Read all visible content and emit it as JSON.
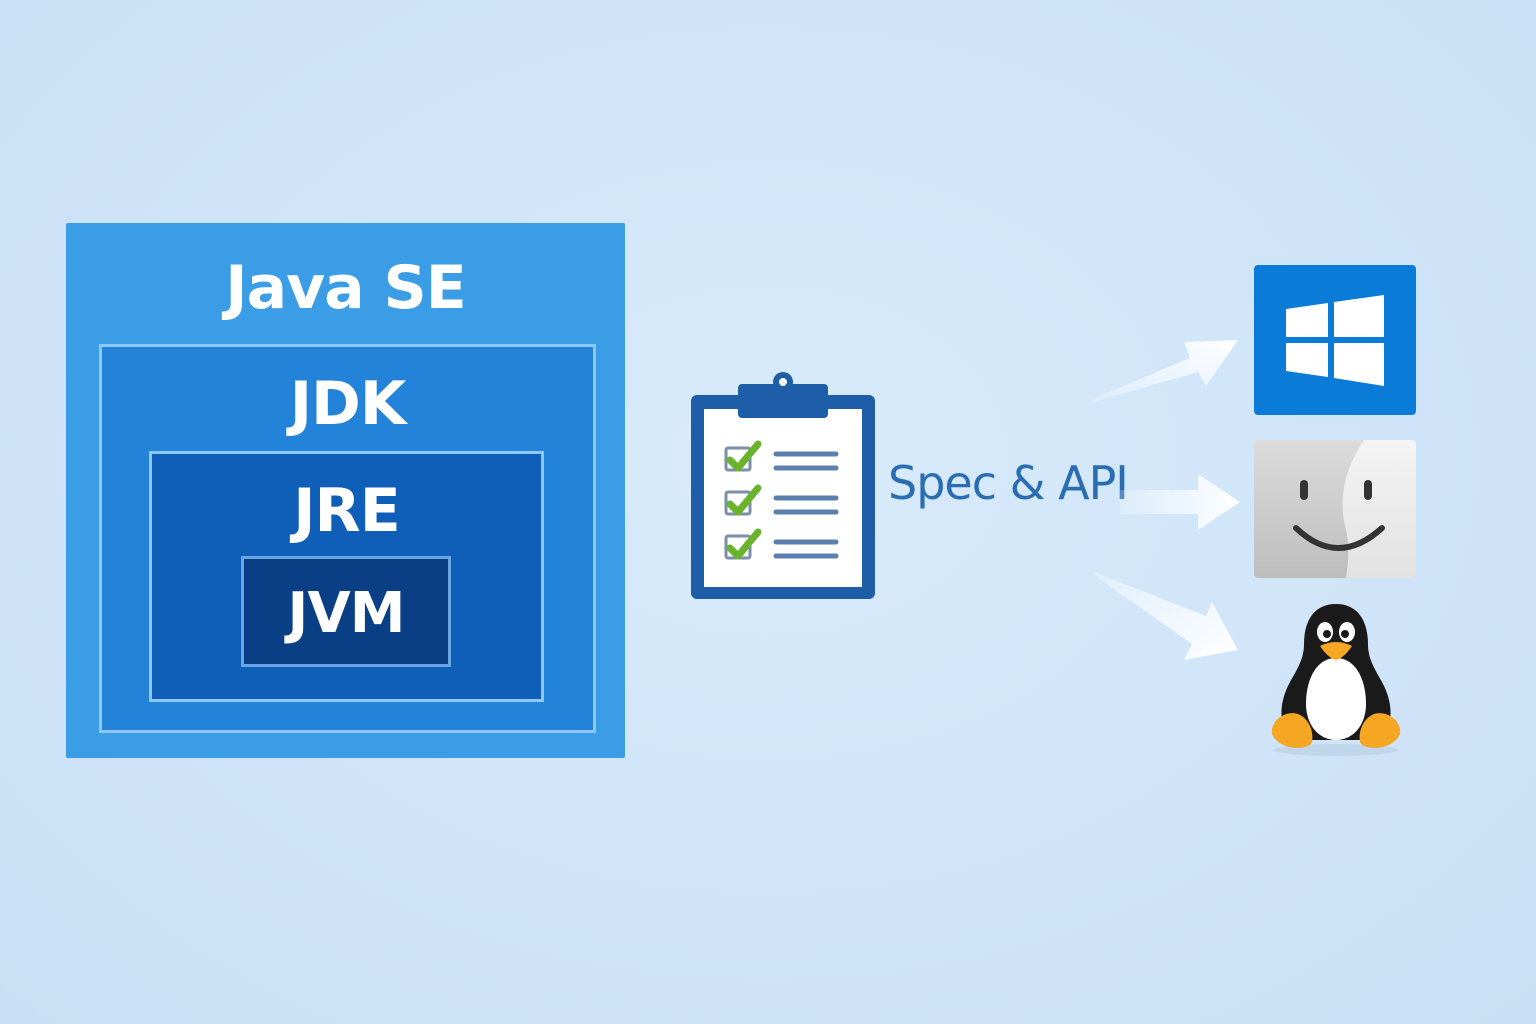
{
  "nested_layers": {
    "java_se": "Java SE",
    "jdk": "JDK",
    "jre": "JRE",
    "jvm": "JVM"
  },
  "spec_label": "Spec & API",
  "icons": {
    "document": "checklist-clipboard-icon",
    "targets": [
      "windows-logo-icon",
      "macos-finder-icon",
      "linux-tux-icon"
    ]
  },
  "colors": {
    "java_se": "#3a9de6",
    "jdk": "#2283d8",
    "jre": "#0f5eb8",
    "jvm": "#0b3f85",
    "accent_text": "#2b6db2",
    "check": "#6ab42d"
  }
}
